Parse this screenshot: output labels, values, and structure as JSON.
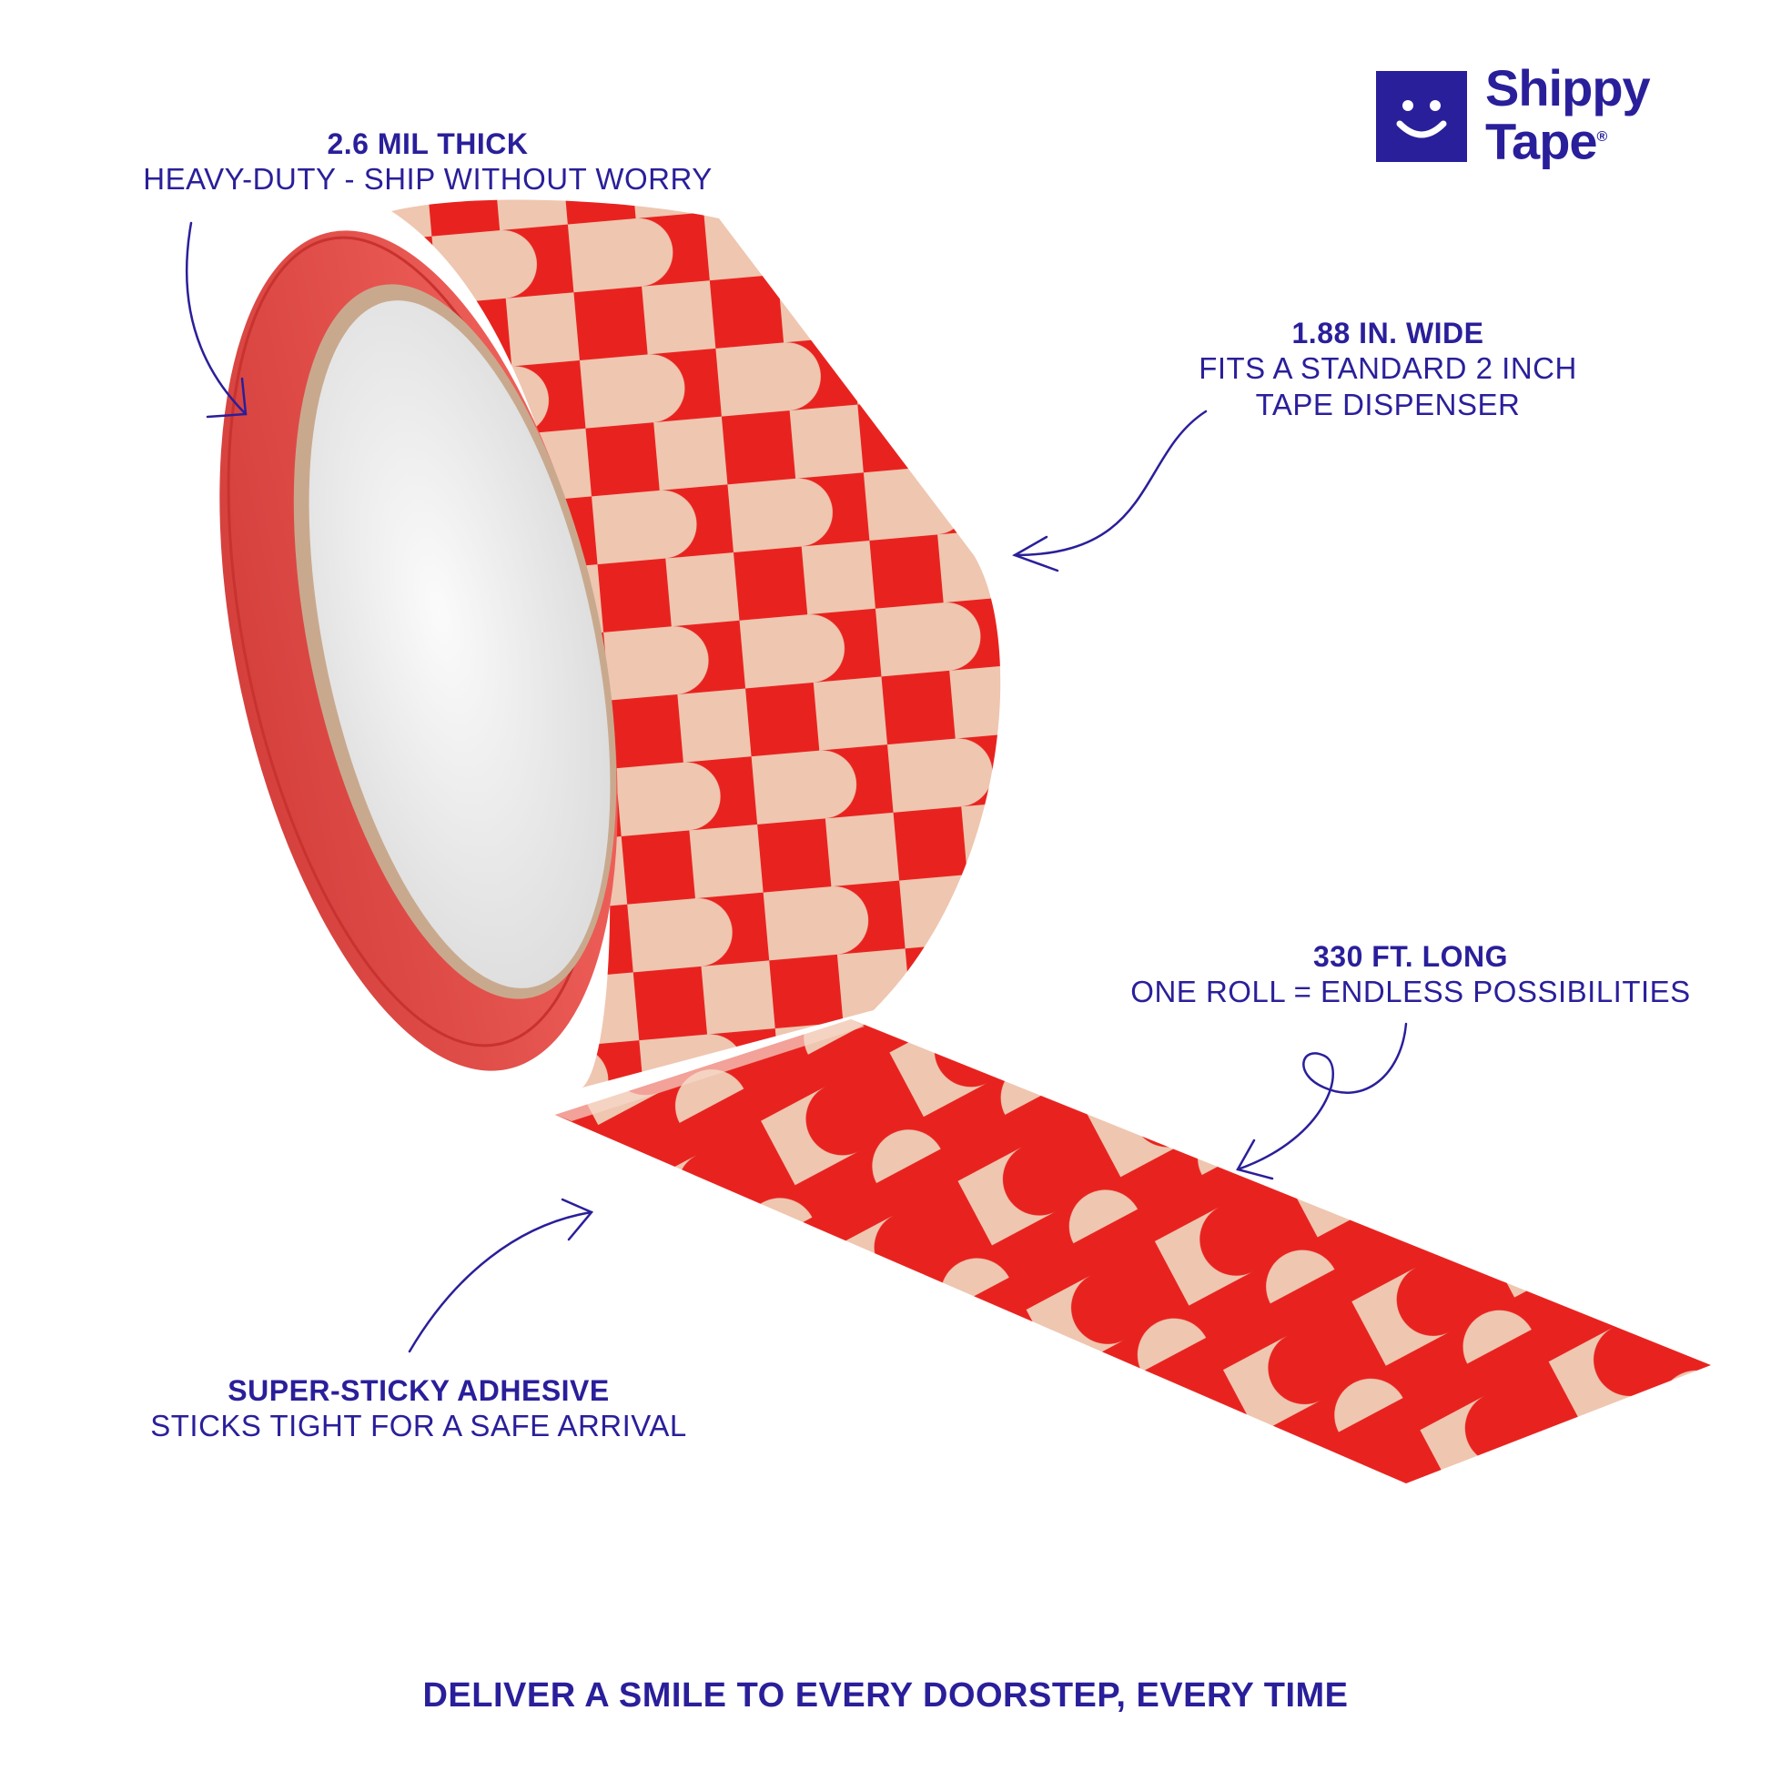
{
  "brand": {
    "line1": "Shippy",
    "line2": "Tape",
    "mark": "®",
    "logo_icon": "smiley-face-icon",
    "color": "#2a1f9a"
  },
  "colors": {
    "tape_red": "#e8231f",
    "tape_beige": "#efc6b0",
    "core": "#f3f3f3",
    "text": "#2a1f9a"
  },
  "callouts": {
    "thickness": {
      "title": "2.6 MIL THICK",
      "subtitle": "HEAVY-DUTY - SHIP WITHOUT WORRY"
    },
    "width": {
      "title": "1.88 IN. WIDE",
      "line1": "FITS A STANDARD 2 INCH",
      "line2": "TAPE DISPENSER"
    },
    "length": {
      "title": "330 FT. LONG",
      "subtitle": "ONE ROLL = ENDLESS POSSIBILITIES"
    },
    "adhesive": {
      "title": "SUPER-STICKY ADHESIVE",
      "subtitle": "STICKS TIGHT FOR A SAFE ARRIVAL"
    }
  },
  "footer": "DELIVER A SMILE TO EVERY DOORSTEP, EVERY TIME"
}
